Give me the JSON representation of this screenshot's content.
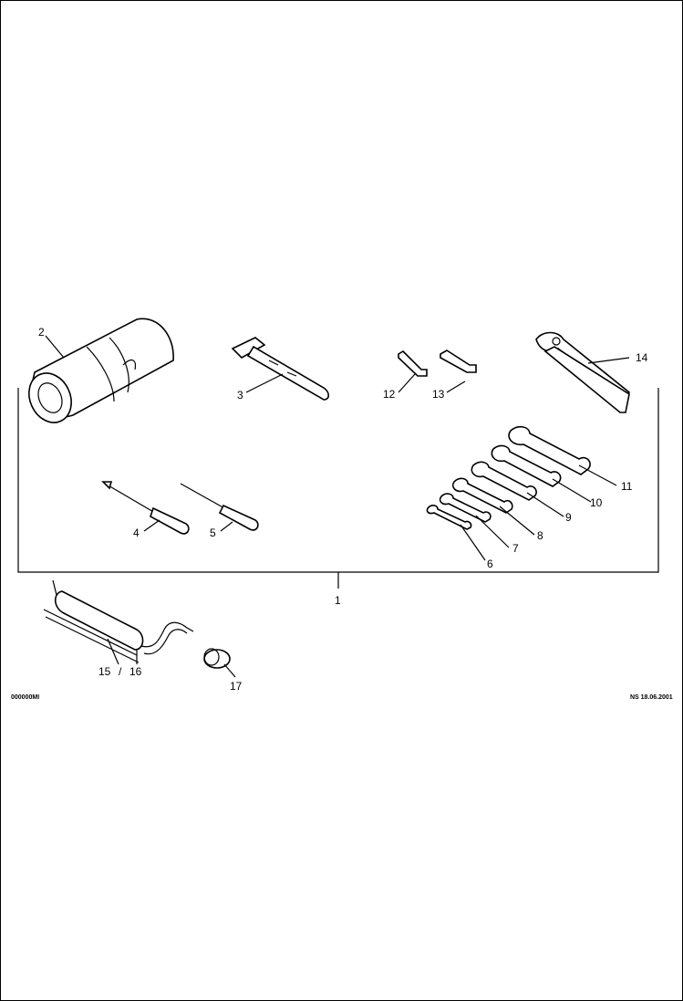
{
  "callouts": {
    "c1": "1",
    "c2": "2",
    "c3": "3",
    "c4": "4",
    "c5": "5",
    "c6": "6",
    "c7": "7",
    "c8": "8",
    "c9": "9",
    "c10": "10",
    "c11": "11",
    "c12": "12",
    "c13": "13",
    "c14": "14",
    "c15": "15",
    "c16": "16",
    "c17": "17",
    "slash": "/"
  },
  "footer": {
    "code": "000000MI",
    "stamp": "NS 18.06.2001"
  }
}
